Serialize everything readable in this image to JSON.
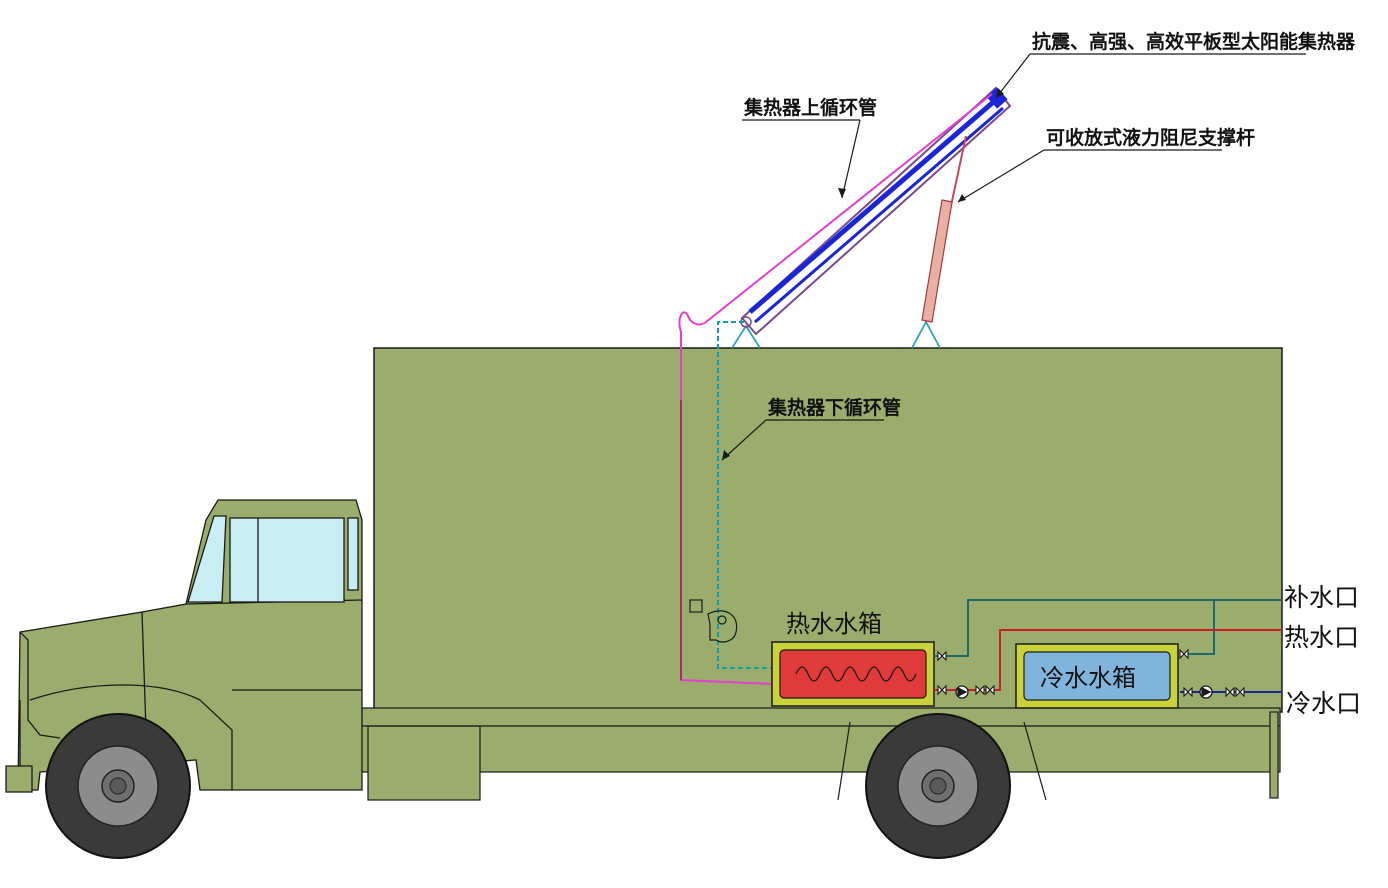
{
  "labels": {
    "collector": "抗震、高强、高效平板型太阳能集热器",
    "upper_pipe": "集热器上循环管",
    "strut": "可收放式液力阻尼支撑杆",
    "lower_pipe": "集热器下循环管",
    "hot_tank": "热水水箱",
    "cold_tank": "冷水水箱",
    "makeup_inlet": "补水口",
    "hot_outlet": "热水口",
    "cold_outlet": "冷水口"
  },
  "colors": {
    "body": "#9aad6c",
    "outline": "#1a1a1a",
    "glass": "#c8eef4",
    "tire": "#3a3a3a",
    "hub": "#8c8c8c",
    "collector_blue": "#1a25d8",
    "upper_pipe": "#e43fd0",
    "lower_pipe": "#199aa6",
    "hot_pipe": "#c81e2a",
    "makeup_pipe": "#1f6a6a",
    "cold_pipe": "#1a2a90",
    "hot_tank_fill": "#e03a3a",
    "cold_tank_fill": "#7fb4dc",
    "tank_frame": "#c9d23a",
    "strut": "#e8b0a0"
  }
}
